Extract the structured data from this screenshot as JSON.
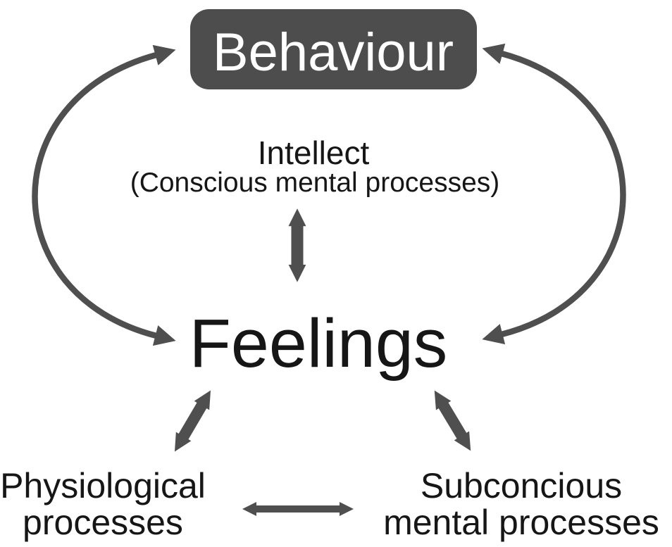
{
  "colors": {
    "background": "#ffffff",
    "box_fill": "#4d4d4d",
    "box_text": "#ffffff",
    "arrow": "#4f4f4f",
    "text": "#161616"
  },
  "nodes": {
    "behaviour": {
      "label": "Behaviour"
    },
    "intellect": {
      "label": "Intellect",
      "sublabel": "(Conscious mental processes)"
    },
    "feelings": {
      "label": "Feelings"
    },
    "physiological": {
      "label_line1": "Physiological",
      "label_line2": "processes"
    },
    "subconcious": {
      "label_line1": "Subconcious",
      "label_line2": "mental processes"
    }
  },
  "connections": [
    {
      "from": "feelings",
      "to": "behaviour",
      "side": "left",
      "type": "curved",
      "heads": "both"
    },
    {
      "from": "feelings",
      "to": "behaviour",
      "side": "right",
      "type": "curved",
      "heads": "both"
    },
    {
      "from": "intellect",
      "to": "feelings",
      "type": "straight",
      "heads": "both"
    },
    {
      "from": "feelings",
      "to": "physiological",
      "type": "straight",
      "heads": "both"
    },
    {
      "from": "feelings",
      "to": "subconcious",
      "type": "straight",
      "heads": "both"
    },
    {
      "from": "physiological",
      "to": "subconcious",
      "type": "straight",
      "heads": "both"
    }
  ]
}
